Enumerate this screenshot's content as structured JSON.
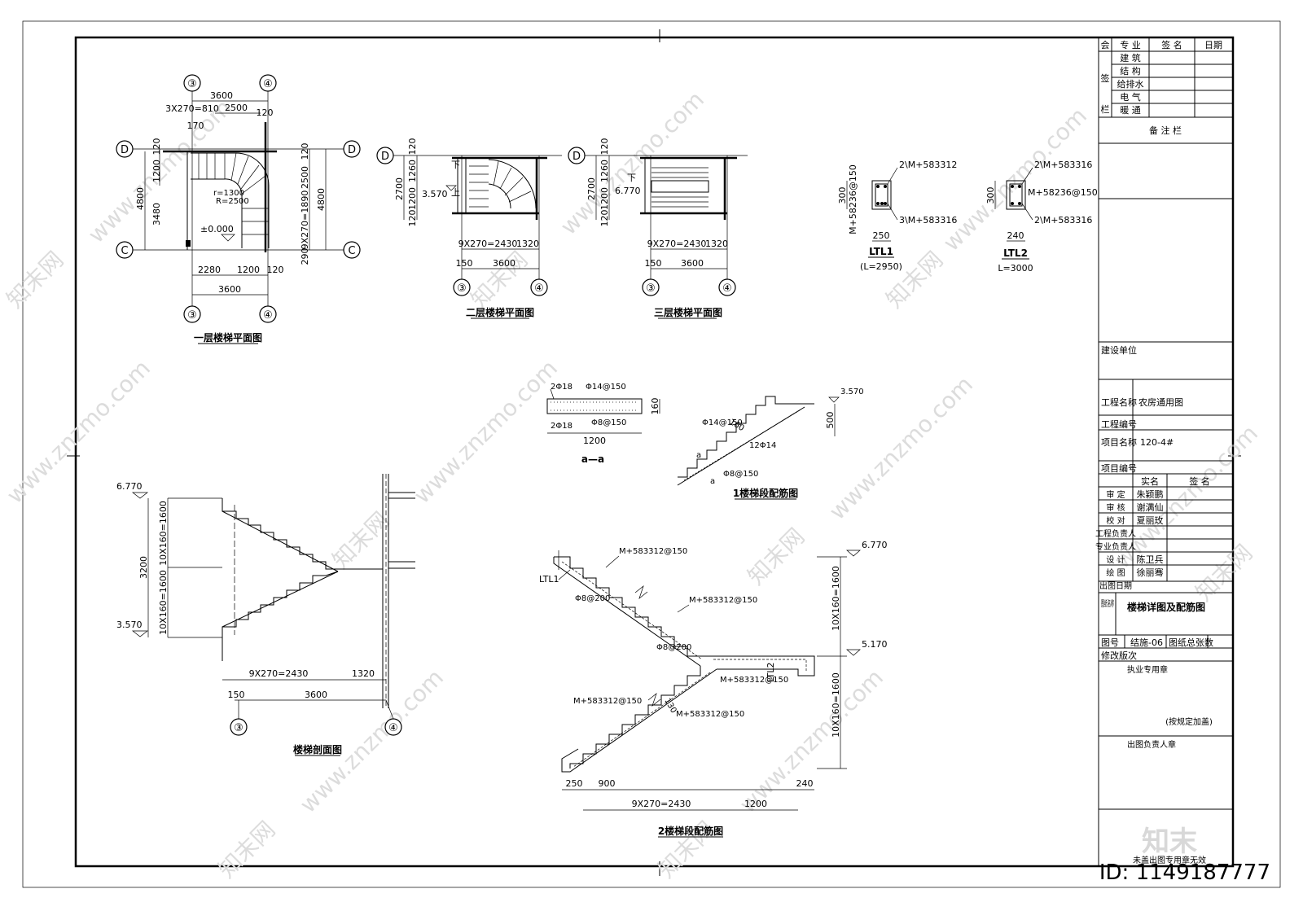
{
  "watermark": {
    "brand": "知末网",
    "site": "www.znzmo.com",
    "logo_text": "知末",
    "id": "ID: 1149187777"
  },
  "title_block": {
    "sign_header": {
      "col1": "会",
      "col2": "专 业",
      "col3": "签 名",
      "col4": "日期"
    },
    "sign_rows": [
      "建 筑",
      "结 构",
      "给排水",
      "电 气",
      "暖 通"
    ],
    "sign_side": [
      "签",
      "栏"
    ],
    "remarks_label": "备 注 栏",
    "client_label": "建设单位",
    "project_name_label": "工程名称",
    "project_name_value": "农房通用图",
    "project_no_label": "工程编号",
    "item_name_label": "项目名称",
    "item_name_value": "120-4#",
    "item_no_label": "项目编号",
    "staff_header": {
      "real_name": "实名",
      "sign": "签 名"
    },
    "staff": [
      {
        "role": "审 定",
        "name": "朱颖鹏"
      },
      {
        "role": "审 核",
        "name": "谢满仙"
      },
      {
        "role": "校 对",
        "name": "夏丽玫"
      },
      {
        "role": "工程负责人",
        "name": ""
      },
      {
        "role": "专业负责人",
        "name": ""
      },
      {
        "role": "设 计",
        "name": "陈卫兵"
      },
      {
        "role": "绘 图",
        "name": "徐丽骞"
      },
      {
        "role": "出图日期",
        "name": ""
      }
    ],
    "drawing_name_label": "图纸名称",
    "drawing_name_value": "楼梯详图及配筋图",
    "drawing_no_label": "图号",
    "drawing_no_value": "结施-06",
    "total_sheets_label": "图纸总张数",
    "revision_label": "修改版次",
    "license_label": "执业专用章",
    "license_note": "(按规定加盖)",
    "issue_label": "出图负责人章",
    "invalid_note": "未盖出图专用章无效"
  },
  "views": {
    "plan1": {
      "title": "一层楼梯平面图",
      "axes": [
        "③",
        "④",
        "D",
        "C"
      ],
      "dims": [
        "3600",
        "3X270=810",
        "2500",
        "120",
        "170",
        "120",
        "1200",
        "4800",
        "3480",
        "120",
        "2500",
        "4800",
        "9X270=1890",
        "290",
        "2280",
        "1200",
        "120",
        "3600",
        "±0.000",
        "R=2500",
        "r=1300"
      ]
    },
    "plan2": {
      "title": "二层楼梯平面图",
      "axes": [
        "D",
        "③",
        "④"
      ],
      "dims": [
        "120",
        "1260",
        "2700",
        "1200",
        "120",
        "3.570",
        "下",
        "上",
        "9X270=2430",
        "1320",
        "150",
        "3600"
      ]
    },
    "plan3": {
      "title": "三层楼梯平面图",
      "axes": [
        "D",
        "③",
        "④"
      ],
      "dims": [
        "120",
        "1260",
        "2700",
        "1200",
        "120",
        "6.770",
        "下",
        "9X270=2430",
        "1320",
        "150",
        "3600"
      ]
    },
    "beam1": {
      "title": "LTL1",
      "length": "(L=2950)",
      "width": "250",
      "height": "300",
      "top_bar": "2\\M+583312",
      "bottom_bar": "3\\M+583316",
      "stirrup": "M+58236@150"
    },
    "beam2": {
      "title": "LTL2",
      "length": "L=3000",
      "width": "240",
      "height": "300",
      "top_bar": "2\\M+583316",
      "bottom_bar": "2\\M+583316",
      "stirrup": "M+58236@150"
    },
    "slab_section": {
      "title": "a—a",
      "bar_top": "2Φ18",
      "bar_main": "Φ14@150",
      "bar_bottom": "2Φ18",
      "dist": "Φ8@150",
      "width": "1200",
      "thick": "160"
    },
    "flight1": {
      "title": "1楼梯段配筋图",
      "level": "3.570",
      "dims": [
        "500",
        "160"
      ],
      "bars": [
        "Φ14@150",
        "12Φ14",
        "Φ8@150"
      ],
      "cut": [
        "a",
        "a"
      ]
    },
    "section": {
      "title": "楼梯剖面图",
      "levels": [
        "6.770",
        "3.570"
      ],
      "dims": [
        "10X160=1600",
        "3200",
        "10X160=1600",
        "9X270=2430",
        "1320",
        "150",
        "3600"
      ],
      "axes": [
        "③",
        "④"
      ]
    },
    "flight2": {
      "title": "2楼梯段配筋图",
      "levels": [
        "6.770",
        "5.170"
      ],
      "labels": [
        "LTL1",
        "LTL2"
      ],
      "bars": [
        "M+583312@150",
        "Φ8@200",
        "M+583312@150",
        "Φ8@200",
        "M+583312@150",
        "M+583312@150",
        "M+583312@150"
      ],
      "dims": [
        "10X160=1600",
        "10X160=1600",
        "130",
        "250",
        "900",
        "9X270=2430",
        "1200",
        "240"
      ]
    }
  }
}
